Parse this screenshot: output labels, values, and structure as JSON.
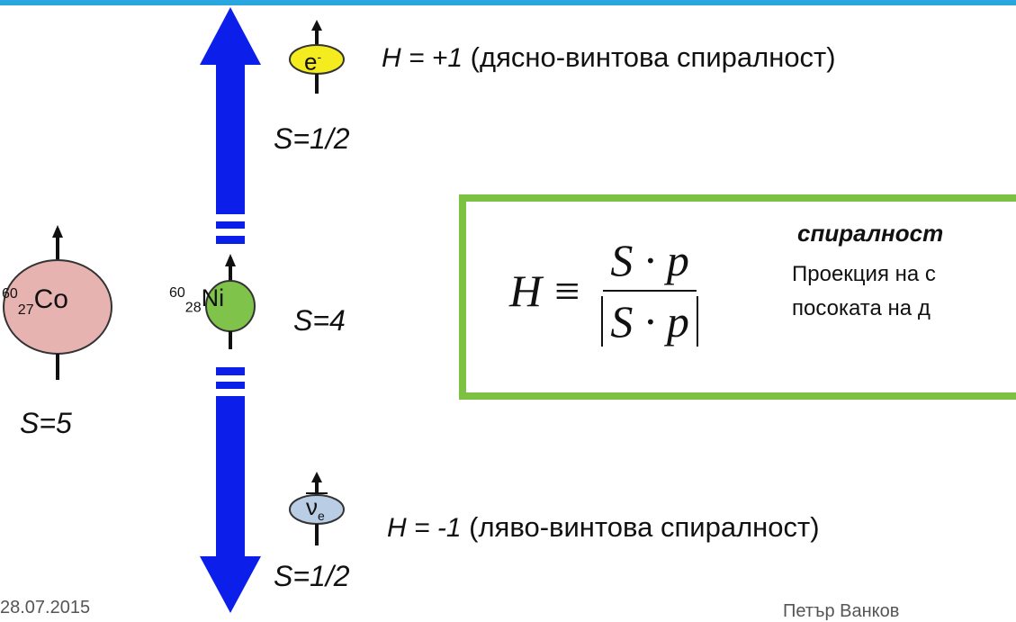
{
  "electron": {
    "particle_label": "e",
    "charge_sup": "-",
    "helicity_eq": "H = +1",
    "helicity_desc": " (дясно-винтова спиралност)",
    "spin": "S=1/2"
  },
  "antineutrino": {
    "particle_label": "ν",
    "subscript": "e",
    "helicity_eq": "H = -1",
    "helicity_desc": " (ляво-винтова спиралност)",
    "spin": "S=1/2"
  },
  "cobalt": {
    "mass_number": "60",
    "atomic_number": "27",
    "symbol": "Co",
    "spin": "S=5"
  },
  "nickel": {
    "mass_number": "60",
    "atomic_number": "28",
    "symbol": "Ni",
    "spin": "S=4"
  },
  "formula": {
    "lhs": "H",
    "equiv": "≡",
    "numerator": "S · p",
    "denominator": "S · p"
  },
  "definition": {
    "title": "спиралност",
    "line1": "Проекция на с",
    "line2": "посоката на д"
  },
  "footer": {
    "date": "28.07.2015",
    "author": "Петър Ванков"
  },
  "colors": {
    "topbar": "#2aa7df",
    "momentum_arrow": "#0b1eea",
    "electron_fill": "#f5ec20",
    "antineutrino_fill": "#b9cde4",
    "cobalt_fill": "#e6b3b0",
    "nickel_fill": "#7fc34a",
    "formula_border": "#7cc142"
  }
}
